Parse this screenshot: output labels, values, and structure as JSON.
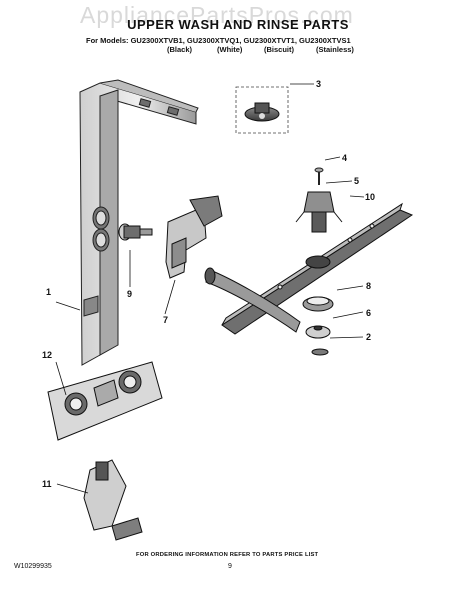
{
  "watermark": "AppliancePartsPros.com",
  "title": "UPPER WASH AND RINSE PARTS",
  "models": "For Models: GU2300XTVB1, GU2300XTVQ1, GU2300XTVT1, GU2300XTVS1",
  "variants": [
    "(Black)",
    "(White)",
    "(Biscuit)",
    "(Stainless)"
  ],
  "callouts": {
    "c1": "1",
    "c2": "2",
    "c3": "3",
    "c4": "4",
    "c5": "5",
    "c6": "6",
    "c7": "7",
    "c8": "8",
    "c9": "9",
    "c10": "10",
    "c11": "11",
    "c12": "12"
  },
  "footer_note": "FOR ORDERING INFORMATION REFER TO PARTS PRICE LIST",
  "doc_number": "W10299935",
  "page_number": "9"
}
